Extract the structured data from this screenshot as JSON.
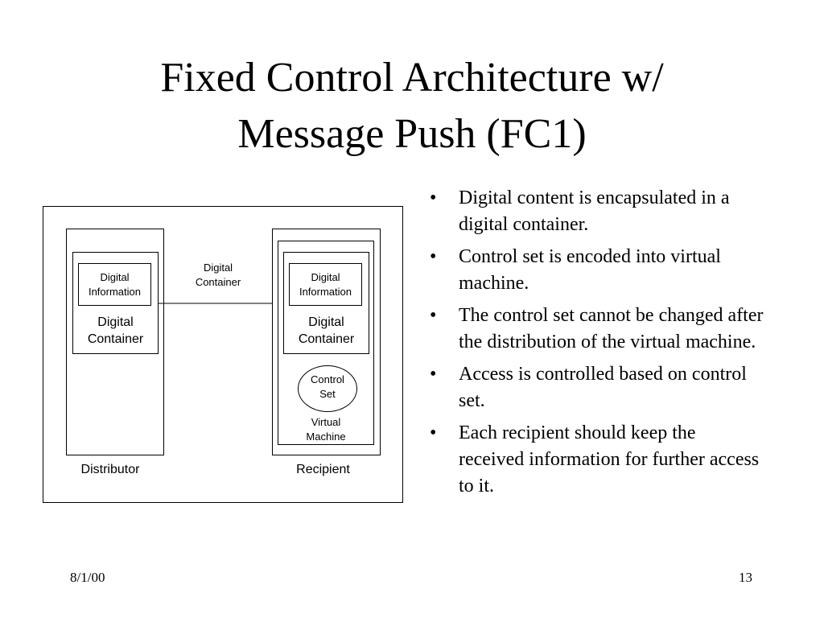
{
  "slide": {
    "title_line1": "Fixed Control Architecture w/",
    "title_line2": "Message Push (FC1)"
  },
  "diagram": {
    "distributor": {
      "info_line1": "Digital",
      "info_line2": "Information",
      "container_line1": "Digital",
      "container_line2": "Container",
      "label": "Distributor"
    },
    "arrow_label_line1": "Digital",
    "arrow_label_line2": "Container",
    "recipient": {
      "info_line1": "Digital",
      "info_line2": "Information",
      "container_line1": "Digital",
      "container_line2": "Container",
      "control_line1": "Control",
      "control_line2": "Set",
      "vm_line1": "Virtual",
      "vm_line2": "Machine",
      "label": "Recipient"
    }
  },
  "bullets": [
    {
      "marker": "•",
      "text": "Digital content is encapsulated in a digital container."
    },
    {
      "marker": "•",
      "text": "Control set is encoded into virtual machine."
    },
    {
      "marker": "•",
      "text": "The control set cannot be changed after the distribution of the virtual machine."
    },
    {
      "marker": "•",
      "text": "Access is controlled based on control set."
    },
    {
      "marker": "•",
      "text": "Each recipient should keep the received information for further access to it."
    }
  ],
  "footer": {
    "date": "8/1/00",
    "page": "13"
  }
}
